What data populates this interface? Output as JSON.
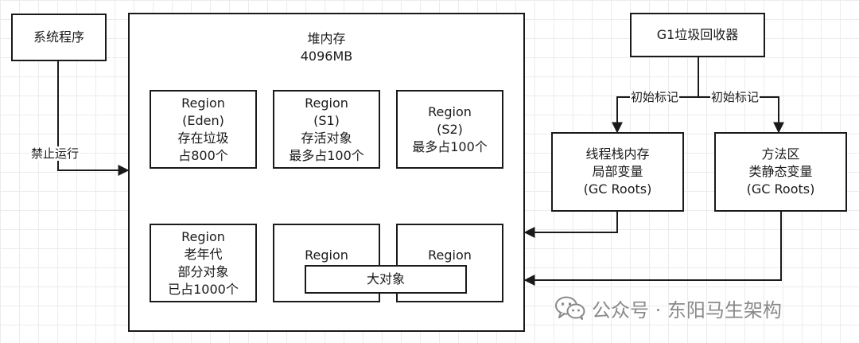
{
  "system": "系统程序",
  "heap": {
    "title": "堆内存",
    "size": "4096MB"
  },
  "regions": {
    "eden": [
      "Region",
      "(Eden)",
      "存在垃圾",
      "占800个"
    ],
    "s1": [
      "Region",
      "(S1)",
      "存活对象",
      "最多占100个"
    ],
    "s2": [
      "Region",
      "(S2)",
      "最多占100个"
    ],
    "old": [
      "Region",
      "老年代",
      "部分对象",
      "已占1000个"
    ],
    "humongous_a": "Region",
    "humongous_b": "Region",
    "large_object": "大对象"
  },
  "collector": "G1垃圾回收器",
  "thread_stack": [
    "线程栈内存",
    "局部变量",
    "(GC Roots)"
  ],
  "method_area": [
    "方法区",
    "类静态变量",
    "(GC Roots)"
  ],
  "edges": {
    "stop": "禁止运行",
    "mark_left": "初始标记",
    "mark_right": "初始标记"
  },
  "watermark": "公众号 · 东阳马生架构",
  "colors": {
    "stroke": "#1a1a1a",
    "grid": "#ececec",
    "watermark": "#8a8a8a"
  }
}
